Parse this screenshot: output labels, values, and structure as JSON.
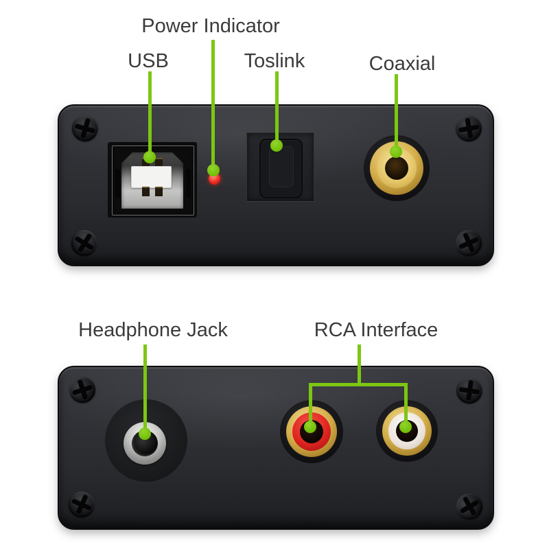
{
  "labels": {
    "power_indicator": "Power Indicator",
    "usb": "USB",
    "toslink": "Toslink",
    "coaxial": "Coaxial",
    "headphone_jack": "Headphone Jack",
    "rca_interface": "RCA Interface"
  },
  "colors": {
    "background": "#ffffff",
    "annotation_green": "#7cc711",
    "label_text": "#3b3b3b",
    "device_body": "#2d2e32",
    "led_red": "#e8231d",
    "coaxial_gold": "#d9b85c",
    "rca_red_ring": "#df1f1c",
    "rca_white_ring": "#efe8e0",
    "usb_metal_silver": "#c6c6c4"
  }
}
